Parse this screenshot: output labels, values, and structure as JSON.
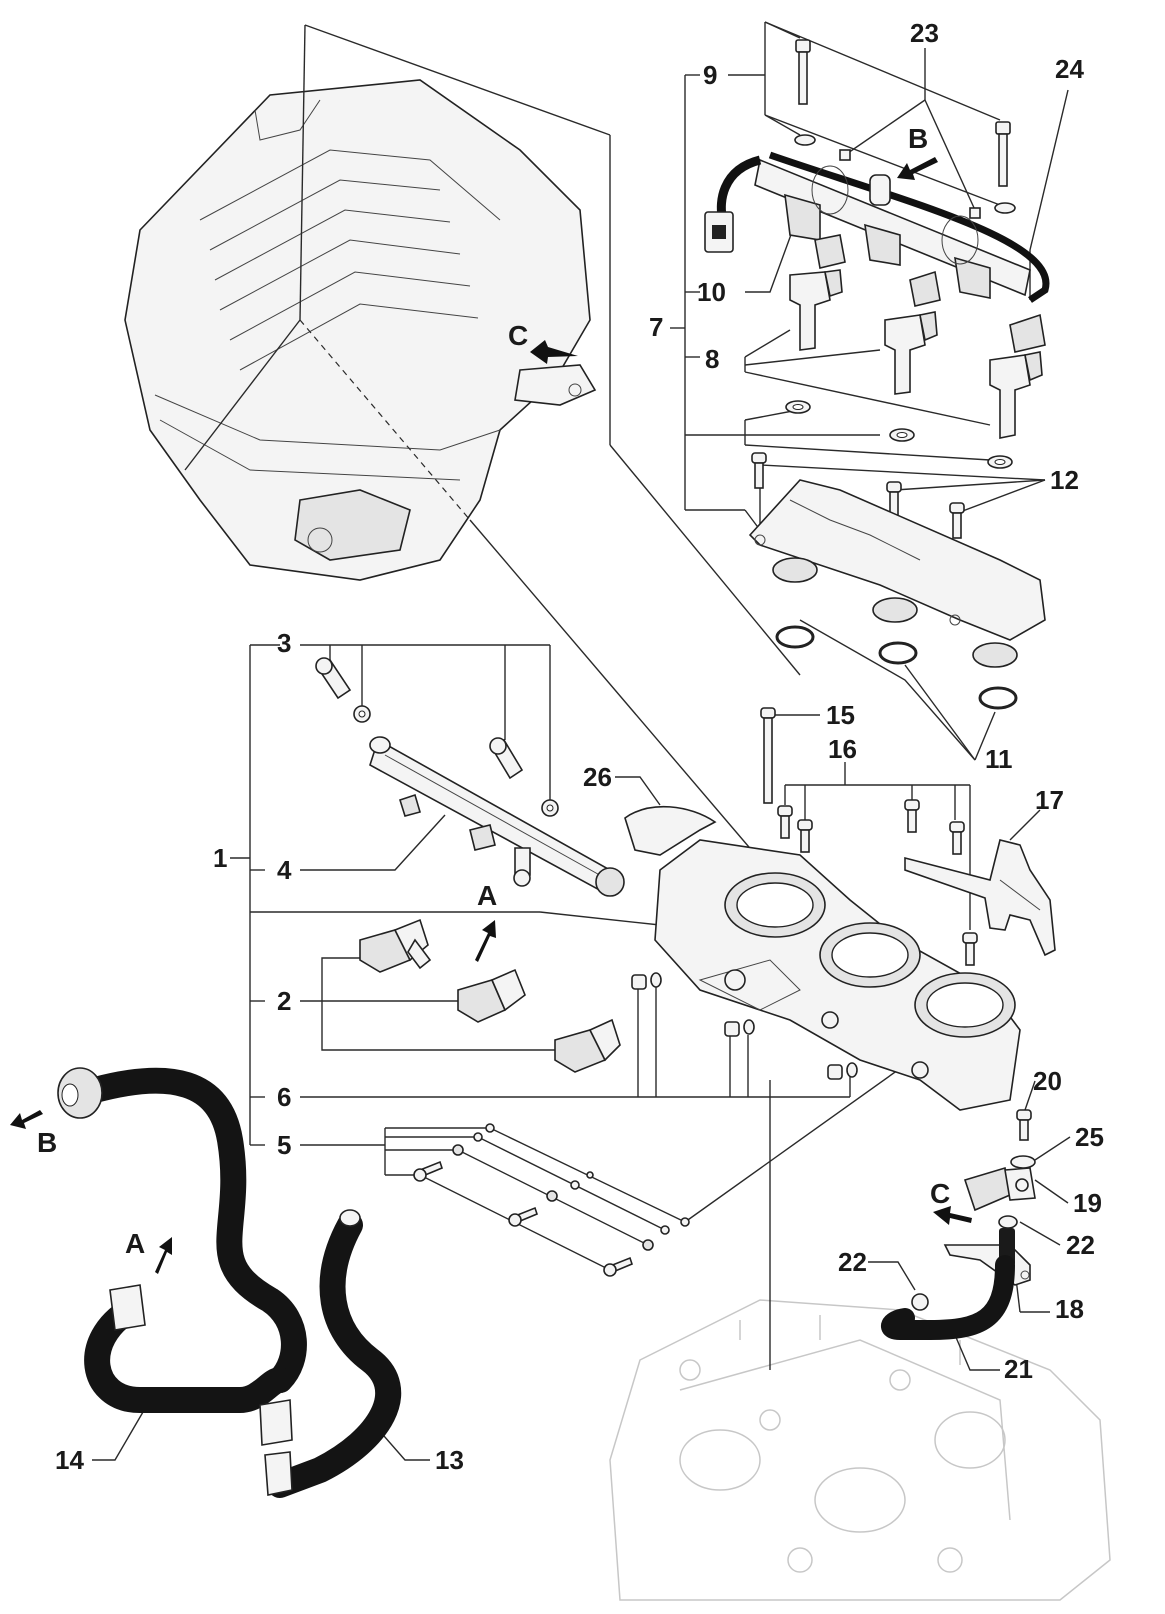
{
  "callouts": [
    "1",
    "2",
    "3",
    "4",
    "5",
    "6",
    "7",
    "8",
    "9",
    "10",
    "11",
    "12",
    "13",
    "14",
    "15",
    "16",
    "17",
    "18",
    "19",
    "20",
    "21",
    "22",
    "23",
    "24",
    "25",
    "26"
  ],
  "callout_22_second": "22",
  "view_letters": {
    "a_top": "A",
    "a_bottom": "A",
    "b_top": "B",
    "b_bottom": "B",
    "c_top": "C",
    "c_bottom": "C"
  }
}
